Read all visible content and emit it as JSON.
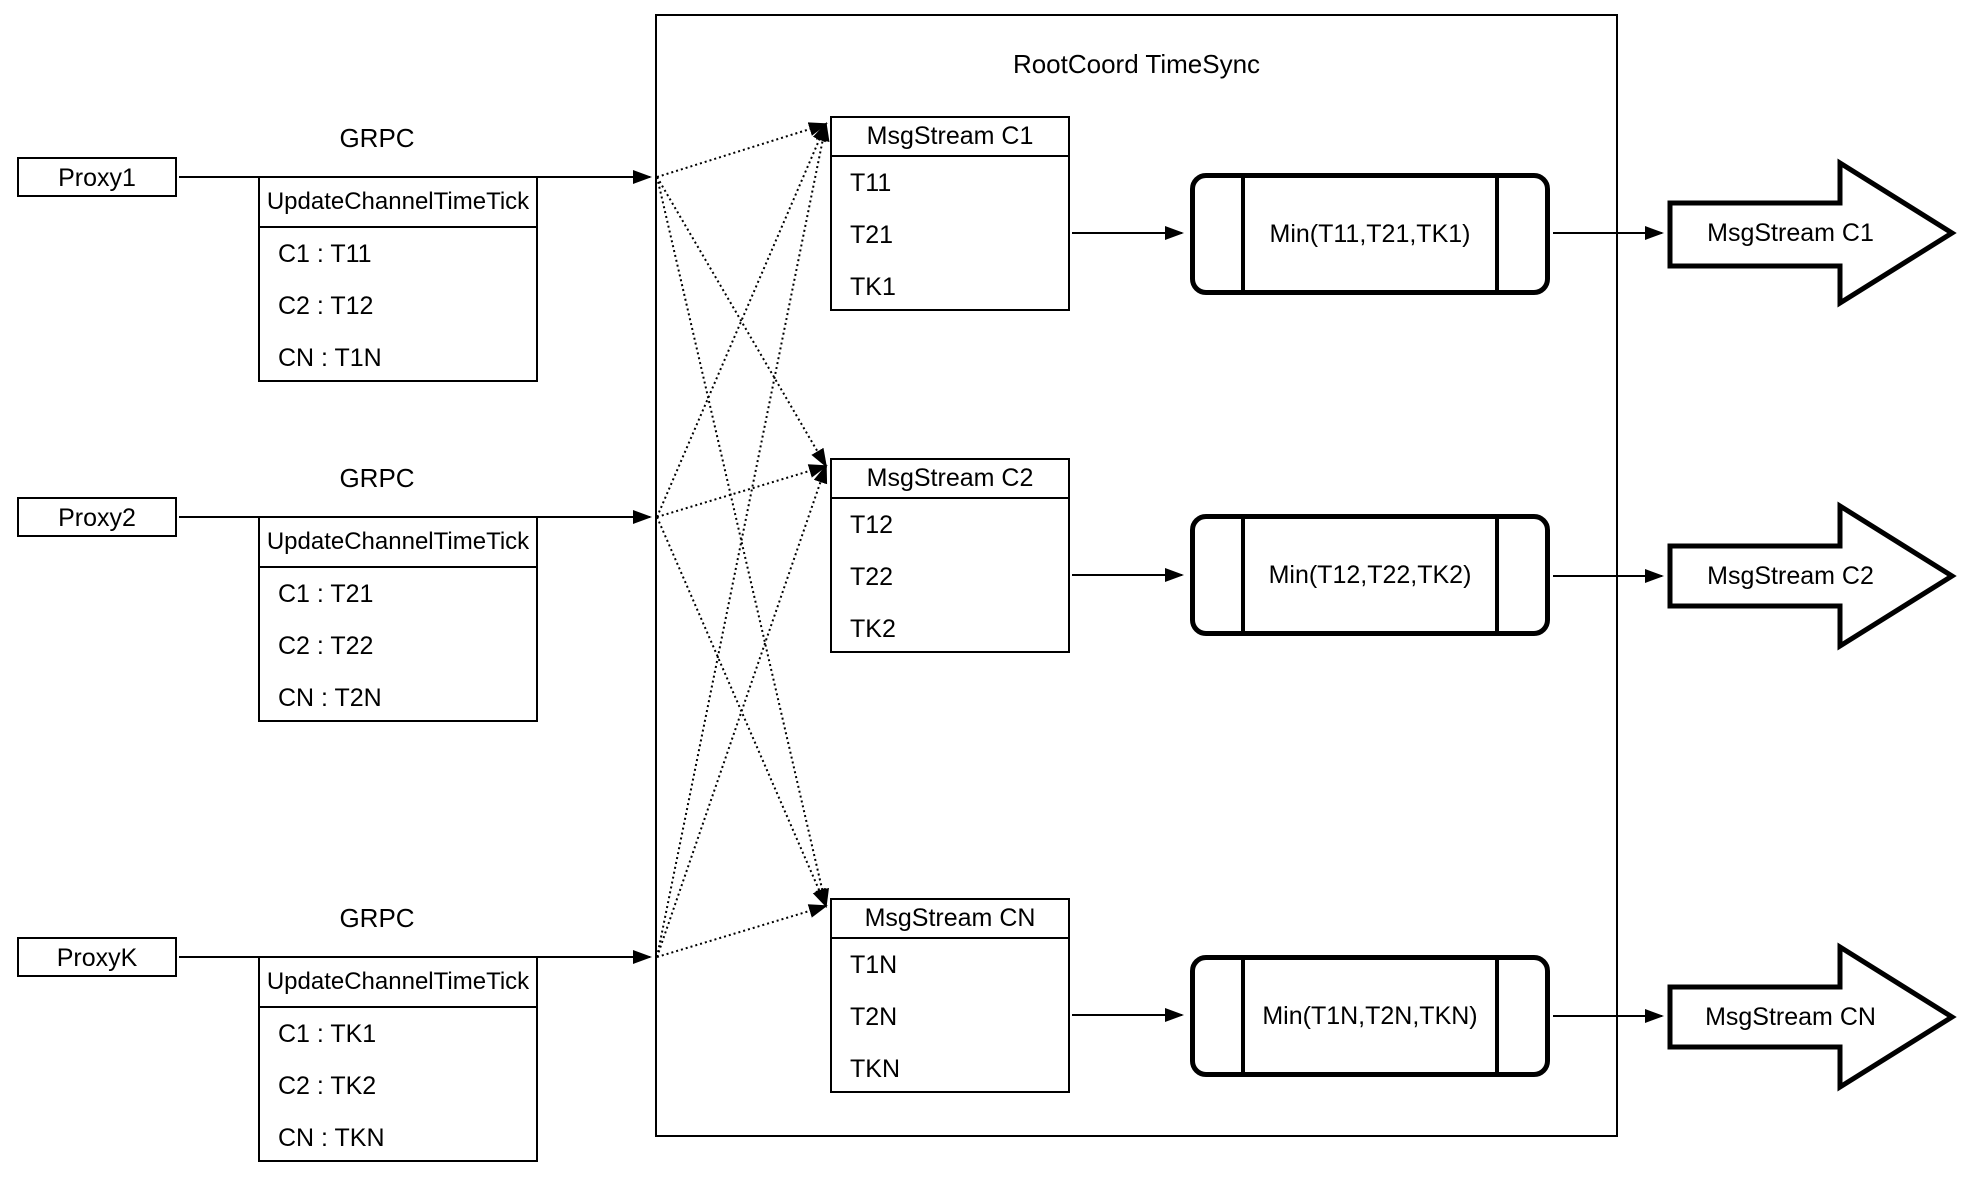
{
  "diagram": {
    "title": "RootCoord TimeSync",
    "proxies": [
      {
        "name": "Proxy1",
        "protocol": "GRPC",
        "message": {
          "title": "UpdateChannelTimeTick",
          "rows": [
            "C1 : T11",
            "C2 : T12",
            "CN : T1N"
          ]
        }
      },
      {
        "name": "Proxy2",
        "protocol": "GRPC",
        "message": {
          "title": "UpdateChannelTimeTick",
          "rows": [
            "C1 : T21",
            "C2 : T22",
            "CN : T2N"
          ]
        }
      },
      {
        "name": "ProxyK",
        "protocol": "GRPC",
        "message": {
          "title": "UpdateChannelTimeTick",
          "rows": [
            "C1 : TK1",
            "C2 : TK2",
            "CN : TKN"
          ]
        }
      }
    ],
    "streams": [
      {
        "title": "MsgStream C1",
        "rows": [
          "T11",
          "T21",
          "TK1"
        ],
        "min": "Min(T11,T21,TK1)",
        "output": "MsgStream C1"
      },
      {
        "title": "MsgStream C2",
        "rows": [
          "T12",
          "T22",
          "TK2"
        ],
        "min": "Min(T12,T22,TK2)",
        "output": "MsgStream C2"
      },
      {
        "title": "MsgStream CN",
        "rows": [
          "T1N",
          "T2N",
          "TKN"
        ],
        "min": "Min(T1N,T2N,TKN)",
        "output": "MsgStream CN"
      }
    ],
    "colors": {
      "stroke": "#000000",
      "background": "#ffffff"
    }
  }
}
